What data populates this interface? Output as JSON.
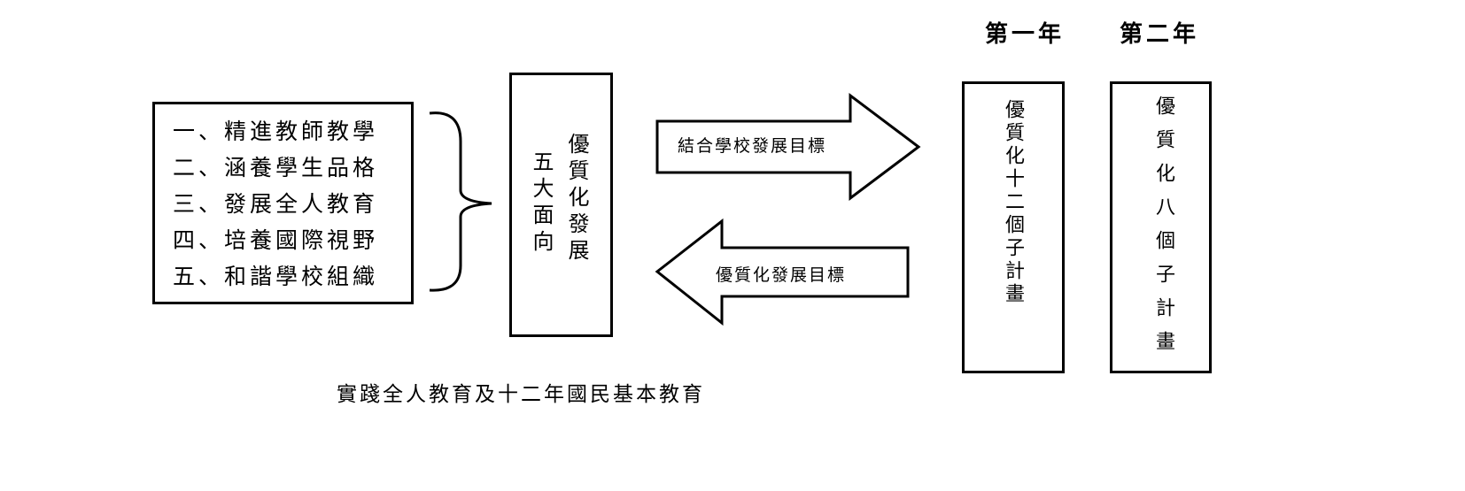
{
  "aspects": {
    "items": [
      "一、精進教師教學",
      "二、涵養學生品格",
      "三、發展全人教育",
      "四、培養國際視野",
      "五、和諧學校組織"
    ]
  },
  "center": {
    "line1": "優質化發展",
    "line2": "五大面向"
  },
  "arrows": {
    "forward": "結合學校發展目標",
    "backward": "優質化發展目標"
  },
  "years": [
    {
      "header": "第一年",
      "plan": "優質化十二個子計畫"
    },
    {
      "header": "第二年",
      "plan": "優質化八個子計畫"
    }
  ],
  "caption": "實踐全人教育及十二年國民基本教育"
}
